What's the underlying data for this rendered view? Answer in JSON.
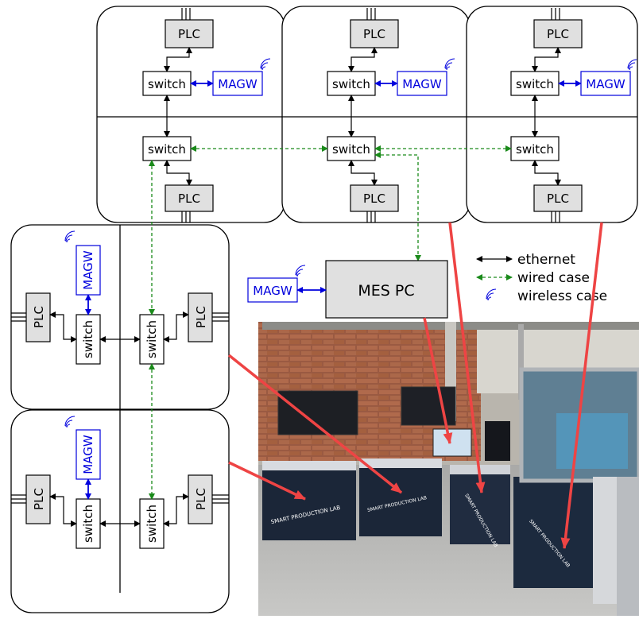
{
  "labels": {
    "plc": "PLC",
    "switch": "switch",
    "magw": "MAGW",
    "mes_pc": "MES PC"
  },
  "legend": {
    "ethernet": "ethernet",
    "wired": "wired case",
    "wireless": "wireless case"
  },
  "photo": {
    "panel_text": "SMART PRODUCTION LAB"
  },
  "colors": {
    "ethernet": "#000000",
    "wired": "#1a8a1a",
    "wireless": "#0000dd",
    "box_fill": "#e0e0e0",
    "arrow": "#ee4444"
  }
}
